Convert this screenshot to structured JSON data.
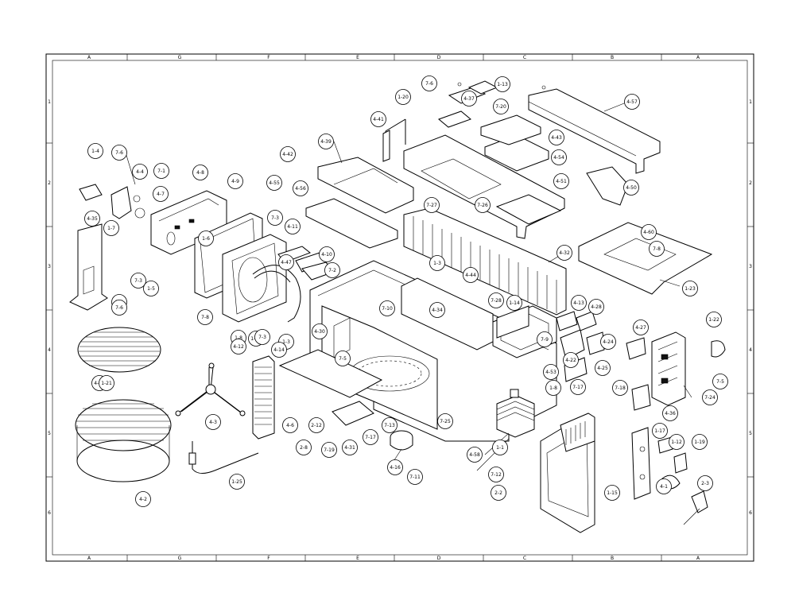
{
  "zones_top": [
    "A",
    "G",
    "F",
    "E",
    "D",
    "C",
    "B",
    "A"
  ],
  "zones_bottom": [
    "A",
    "G",
    "F",
    "E",
    "D",
    "C",
    "B",
    "A"
  ],
  "zones_right": [
    "1",
    "2",
    "3",
    "4",
    "5",
    "6"
  ],
  "zones_left": [
    "1",
    "2",
    "3",
    "4",
    "5",
    "6"
  ],
  "callouts": [
    "1-4",
    "7-6",
    "4-4",
    "7-1",
    "4-7",
    "4-8",
    "4-9",
    "4-55",
    "4-56",
    "4-42",
    "4-39",
    "4-41",
    "1-20",
    "7-6",
    "4-37",
    "1-13",
    "7-20",
    "7-27",
    "7-26",
    "4-43",
    "4-54",
    "4-57",
    "4-51",
    "4-50",
    "4-60",
    "7-8",
    "1-23",
    "4-35",
    "1-7",
    "7-3",
    "1-5",
    "7-4",
    "7-6",
    "7-3",
    "4-11",
    "4-10",
    "7-2",
    "1-38",
    "1-3",
    "4-44",
    "7-10",
    "4-34",
    "7-28",
    "1-14",
    "4-32",
    "4-47",
    "4-13",
    "4-28",
    "4-24",
    "4-27",
    "1-22",
    "4-38",
    "1-6",
    "7-8",
    "1-8",
    "4-12",
    "7-3",
    "1-3",
    "4-14",
    "4-30",
    "7-5",
    "7-9",
    "4-53",
    "4-22",
    "7-17",
    "1-8",
    "7-18",
    "7-5",
    "7-24",
    "4-36",
    "1-21",
    "4-3",
    "4-6",
    "2-8",
    "2-12",
    "7-19",
    "4-31",
    "7-17",
    "7-13",
    "4-16",
    "7-11",
    "7-25",
    "1-1",
    "4-58",
    "7-12",
    "2-2",
    "1-15",
    "1-17",
    "1-12",
    "1-19",
    "2-3",
    "4-1",
    "1-25",
    "4-2",
    "4-25"
  ]
}
